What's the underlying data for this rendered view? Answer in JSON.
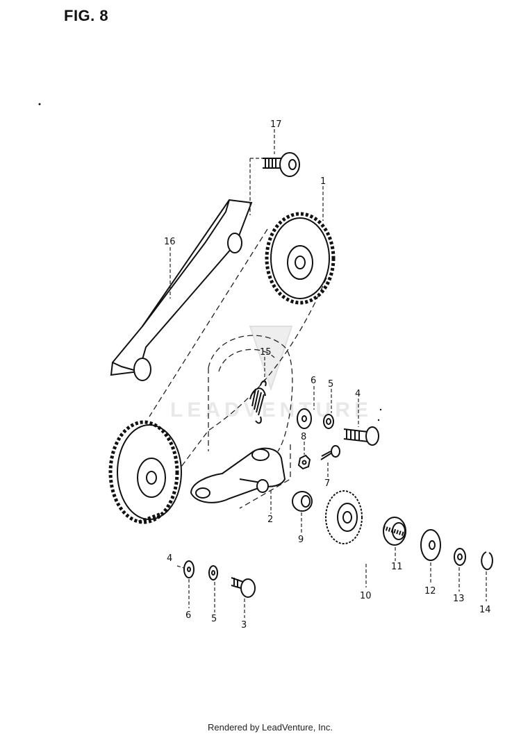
{
  "figure": {
    "title": "FIG. 8"
  },
  "watermark": {
    "text": "LEADVENTURE"
  },
  "footer": {
    "text": "Rendered by LeadVenture, Inc."
  },
  "callouts": {
    "p1": "1",
    "p2": "2",
    "p3": "3",
    "p4": "4",
    "p4b": "4",
    "p5a": "5",
    "p5b": "5",
    "p6a": "6",
    "p6b": "6",
    "p7": "7",
    "p8": "8",
    "p9": "9",
    "p10": "10",
    "p11": "11",
    "p12": "12",
    "p13": "13",
    "p14": "14",
    "p15": "15",
    "p16": "16",
    "p17": "17"
  }
}
